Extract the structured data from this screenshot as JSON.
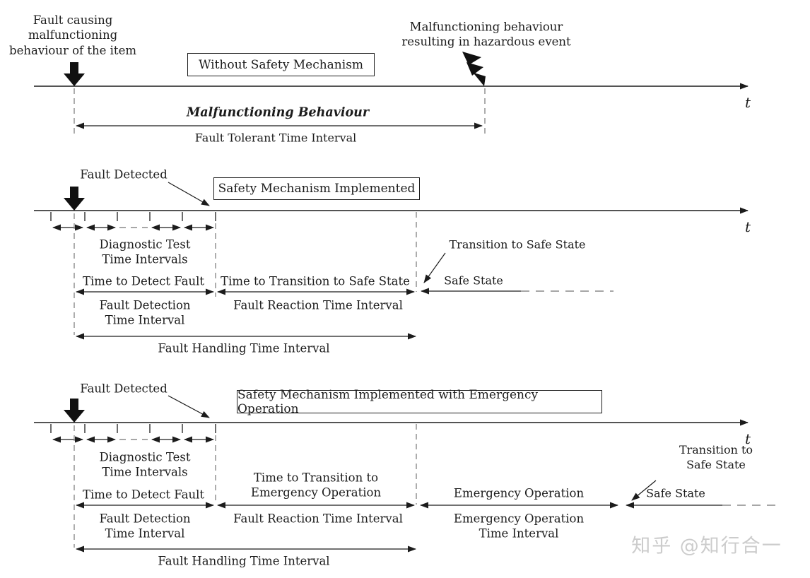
{
  "colors": {
    "ink": "#1c1c1c",
    "gray_dash": "#8a8a8a",
    "watermark": "#cccccc"
  },
  "axis_label": "t",
  "watermark": "知乎 @知行合一",
  "section1": {
    "fault_cause_label": "Fault causing\nmalfunctioning\nbehaviour of the item",
    "hazard_label": "Malfunctioning behaviour\nresulting in hazardous event",
    "box_label": "Without Safety Mechanism",
    "malfunctioning_label": "Malfunctioning Behaviour",
    "fault_tolerant_label": "Fault Tolerant Time Interval"
  },
  "section2": {
    "fault_detected_label": "Fault Detected",
    "box_label": "Safety Mechanism Implemented",
    "diagnostic_label": "Diagnostic Test\nTime Intervals",
    "time_to_detect_label": "Time to Detect Fault",
    "time_to_transition_label": "Time to Transition to Safe State",
    "transition_pointer_label": "Transition to Safe State",
    "safe_state_label": "Safe State",
    "fault_detection_label": "Fault Detection\nTime Interval",
    "fault_reaction_label": "Fault Reaction Time Interval",
    "fault_handling_label": "Fault Handling Time Interval"
  },
  "section3": {
    "fault_detected_label": "Fault Detected",
    "box_label": "Safety Mechanism Implemented with Emergency Operation",
    "diagnostic_label": "Diagnostic Test\nTime Intervals",
    "time_to_detect_label": "Time to Detect Fault",
    "time_to_transition_label": "Time to Transition to\nEmergency Operation",
    "emergency_operation_label": "Emergency Operation",
    "transition_pointer_label": "Transition to Safe State",
    "safe_state_label": "Safe State",
    "fault_detection_label": "Fault Detection\nTime Interval",
    "fault_reaction_label": "Fault Reaction Time Interval",
    "emergency_operation_interval_label": "Emergency Operation\nTime Interval",
    "fault_handling_label": "Fault Handling Time Interval"
  }
}
